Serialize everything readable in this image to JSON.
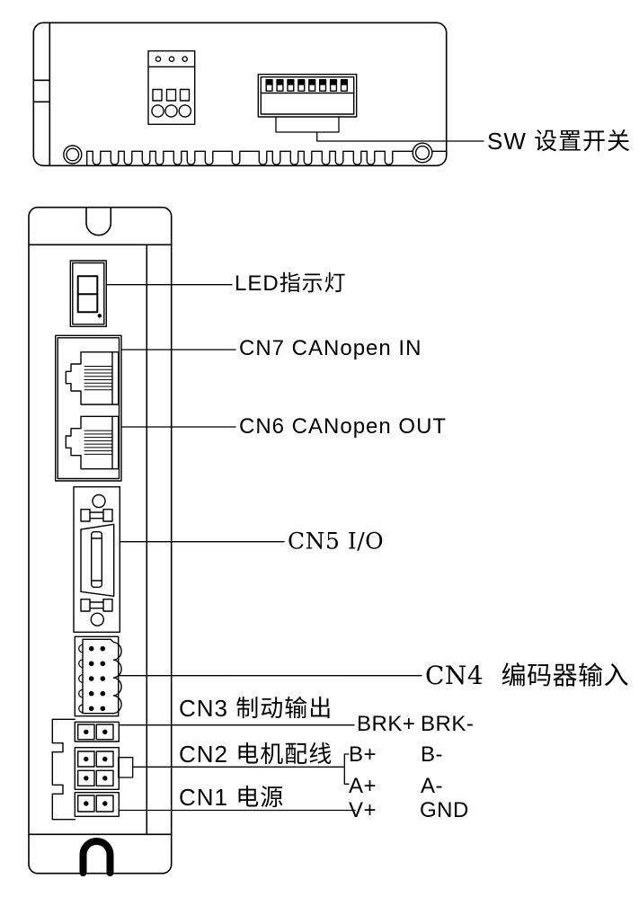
{
  "top_view": {
    "sw_label": "SW 设置开关"
  },
  "front_view": {
    "led_label": "LED指示灯",
    "cn7_label": "CN7 CANopen IN",
    "cn6_label": "CN6 CANopen OUT",
    "cn5_label": "CN5 I/O",
    "cn4_label": "CN4 编码器输入",
    "cn3_label": "CN3 制动输出",
    "cn2_label": "CN2 电机配线",
    "cn1_label": "CN1 电源",
    "pins": {
      "brk_plus": "BRK+",
      "brk_minus": "BRK-",
      "b_plus": "B+",
      "b_minus": "B-",
      "a_plus": "A+",
      "a_minus": "A-",
      "v_plus": "V+",
      "gnd": "GND"
    }
  },
  "colors": {
    "line": "#000000",
    "background": "#ffffff"
  }
}
